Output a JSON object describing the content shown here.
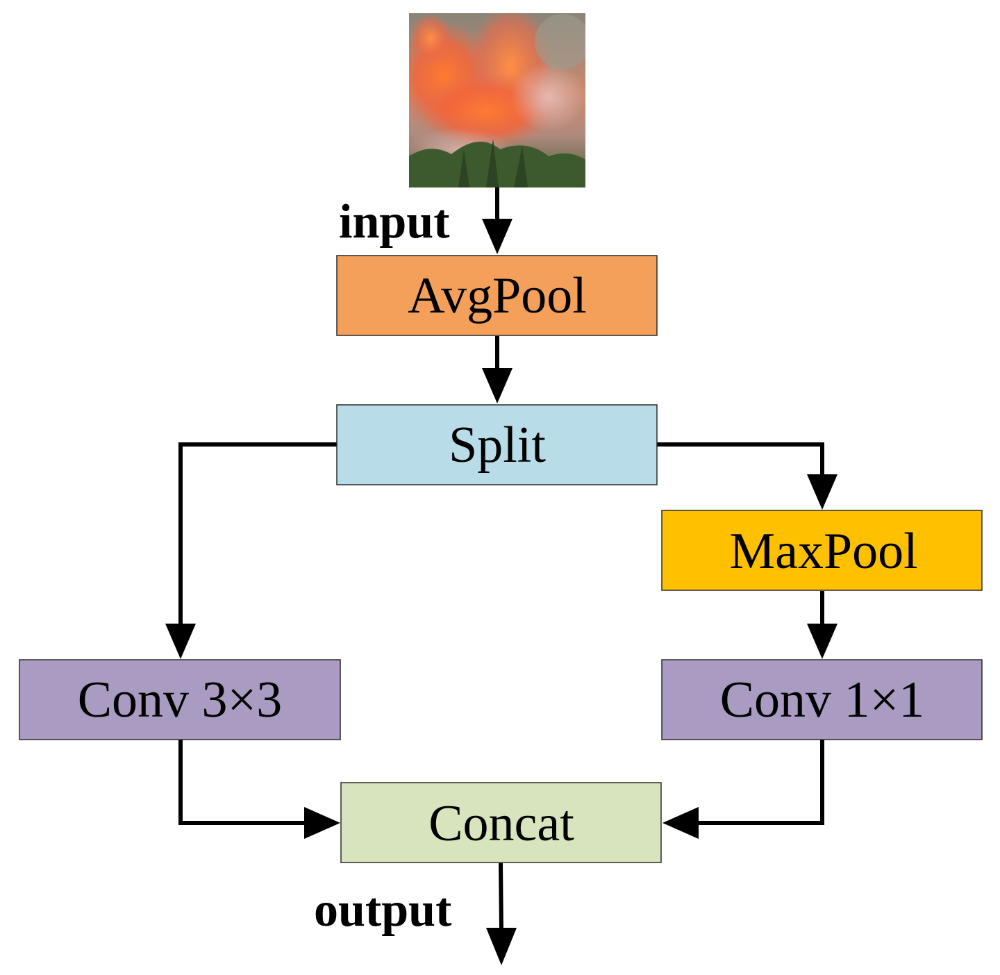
{
  "nodes": {
    "avgpool": {
      "label": "AvgPool",
      "color": "#F4A05A"
    },
    "split": {
      "label": "Split",
      "color": "#B8DDE8"
    },
    "maxpool": {
      "label": "MaxPool",
      "color": "#FFC000"
    },
    "conv3": {
      "label": "Conv 3×3",
      "color": "#A99BC1"
    },
    "conv1": {
      "label": "Conv 1×1",
      "color": "#A99BC1"
    },
    "concat": {
      "label": "Concat",
      "color": "#D7E4BD"
    }
  },
  "io": {
    "input_label": "input",
    "output_label": "output"
  },
  "input_image": {
    "icon": "wildfire-photo"
  },
  "edges": [
    {
      "from": "input_image",
      "to": "avgpool"
    },
    {
      "from": "avgpool",
      "to": "split"
    },
    {
      "from": "split",
      "to": "conv3"
    },
    {
      "from": "split",
      "to": "maxpool"
    },
    {
      "from": "maxpool",
      "to": "conv1"
    },
    {
      "from": "conv3",
      "to": "concat"
    },
    {
      "from": "conv1",
      "to": "concat"
    },
    {
      "from": "concat",
      "to": "output"
    }
  ]
}
